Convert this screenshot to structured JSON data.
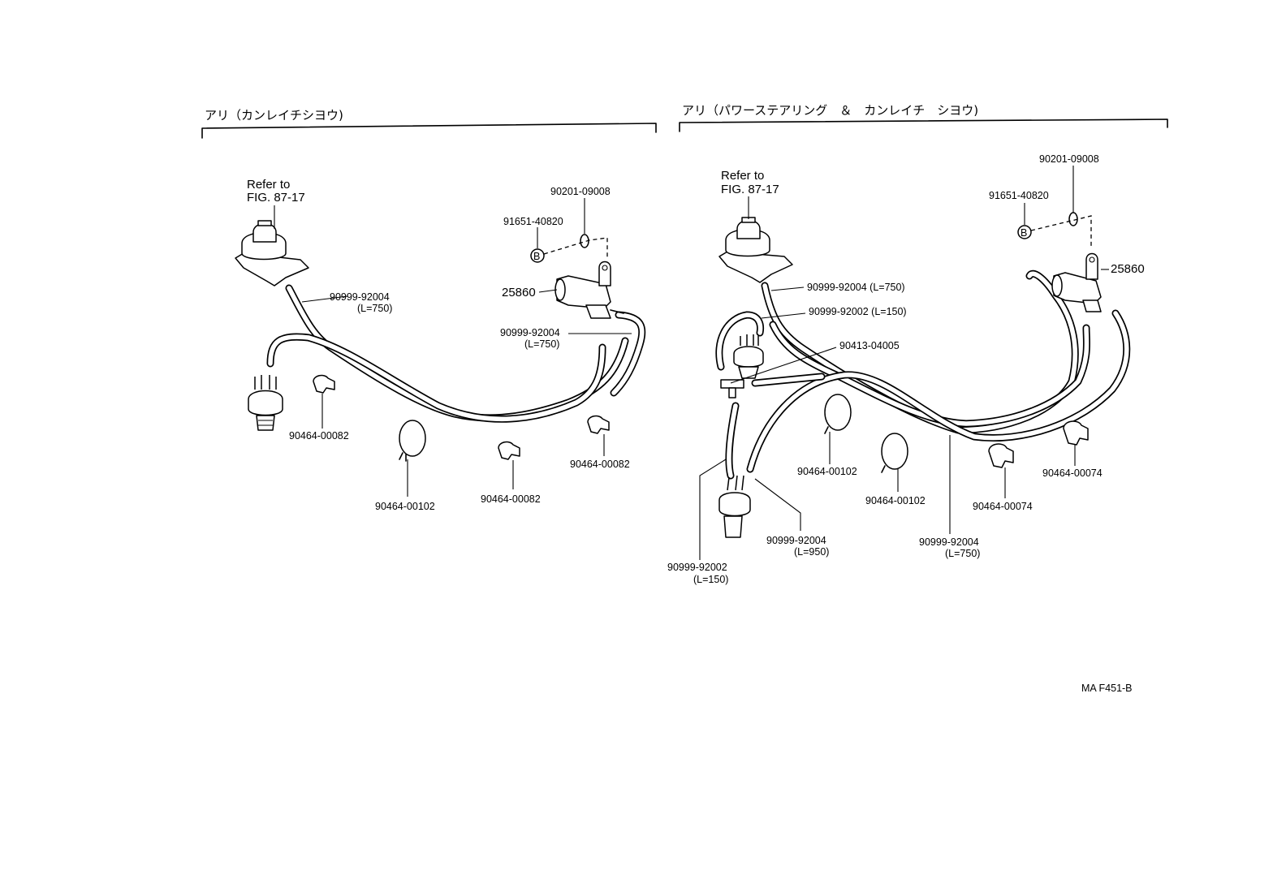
{
  "sections": {
    "left_title": "アリ（カンレイチシヨウ)",
    "right_title": "アリ（パワーステアリング　＆　カンレイチ　シヨウ)"
  },
  "left": {
    "refer_line1": "Refer to",
    "refer_line2": "FIG. 87-17",
    "p_90201": "90201-09008",
    "p_91651": "91651-40820",
    "marker_b": "B",
    "p_25860": "25860",
    "hose_top": "90999-92004",
    "hose_top_len": "(L=750)",
    "hose_right": "90999-92004",
    "hose_right_len": "(L=750)",
    "clamp_a": "90464-00082",
    "clamp_b": "90464-00082",
    "clamp_c": "90464-00082",
    "band": "90464-00102"
  },
  "right": {
    "refer_line1": "Refer to",
    "refer_line2": "FIG. 87-17",
    "p_90201": "90201-09008",
    "p_91651": "91651-40820",
    "marker_b": "B",
    "p_25860": "25860",
    "hose_a": "90999-92004 (L=750)",
    "hose_b": "90999-92002 (L=150)",
    "tee": "90413-04005",
    "band_a": "90464-00102",
    "band_b": "90464-00102",
    "clamp_a": "90464-00074",
    "clamp_b": "90464-00074",
    "hose_c": "90999-92004",
    "hose_c_len": "(L=950)",
    "hose_d": "90999-92004",
    "hose_d_len": "(L=750)",
    "hose_e": "90999-92002",
    "hose_e_len": "(L=150)"
  },
  "footer": {
    "code": "MA F451-B"
  }
}
